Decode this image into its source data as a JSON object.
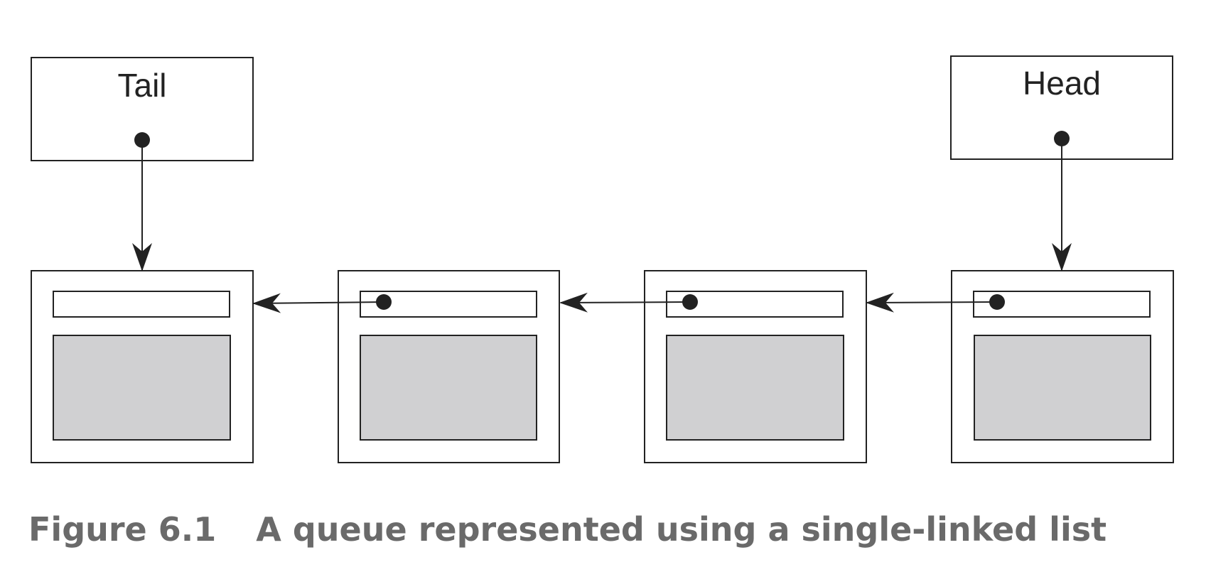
{
  "diagram": {
    "pointers": [
      {
        "id": "tail",
        "label": "Tail"
      },
      {
        "id": "head",
        "label": "Head"
      }
    ],
    "nodes": [
      {
        "id": "node-1"
      },
      {
        "id": "node-2"
      },
      {
        "id": "node-3"
      },
      {
        "id": "node-4"
      }
    ],
    "colors": {
      "stroke": "#222222",
      "data_fill": "#d0d0d2",
      "caption": "#6a6a6a"
    }
  },
  "caption": {
    "figure_number": "Figure 6.1",
    "text": "A queue represented using a single-linked list"
  }
}
